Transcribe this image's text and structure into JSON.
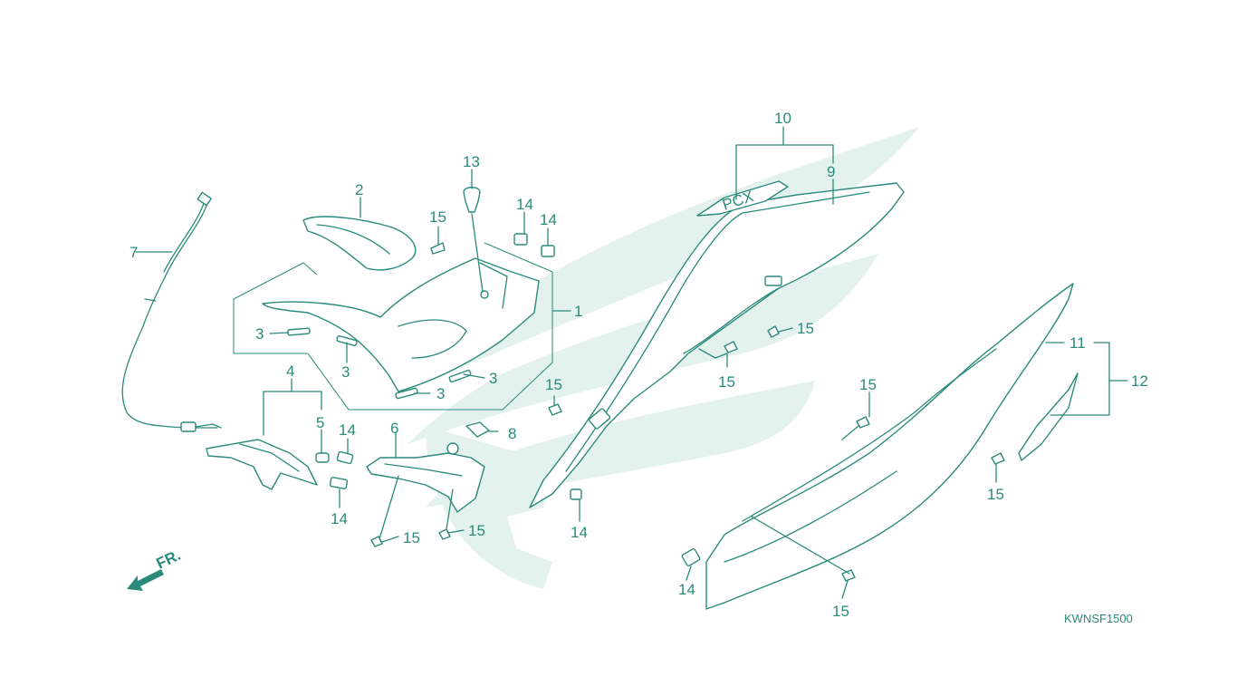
{
  "diagram": {
    "callouts": [
      "1",
      "2",
      "3",
      "3",
      "3",
      "3",
      "4",
      "5",
      "6",
      "7",
      "8",
      "9",
      "10",
      "11",
      "12",
      "13",
      "14",
      "14",
      "14",
      "14",
      "14",
      "14",
      "15",
      "15",
      "15",
      "15",
      "15",
      "15",
      "15",
      "15",
      "15"
    ],
    "direction_label": "FR.",
    "figure_code": "KWNSF1500",
    "emblem_label": "PCX"
  },
  "colors": {
    "line": "#2a8a7c",
    "watermark": "#e4f2ee",
    "background": "#ffffff"
  }
}
